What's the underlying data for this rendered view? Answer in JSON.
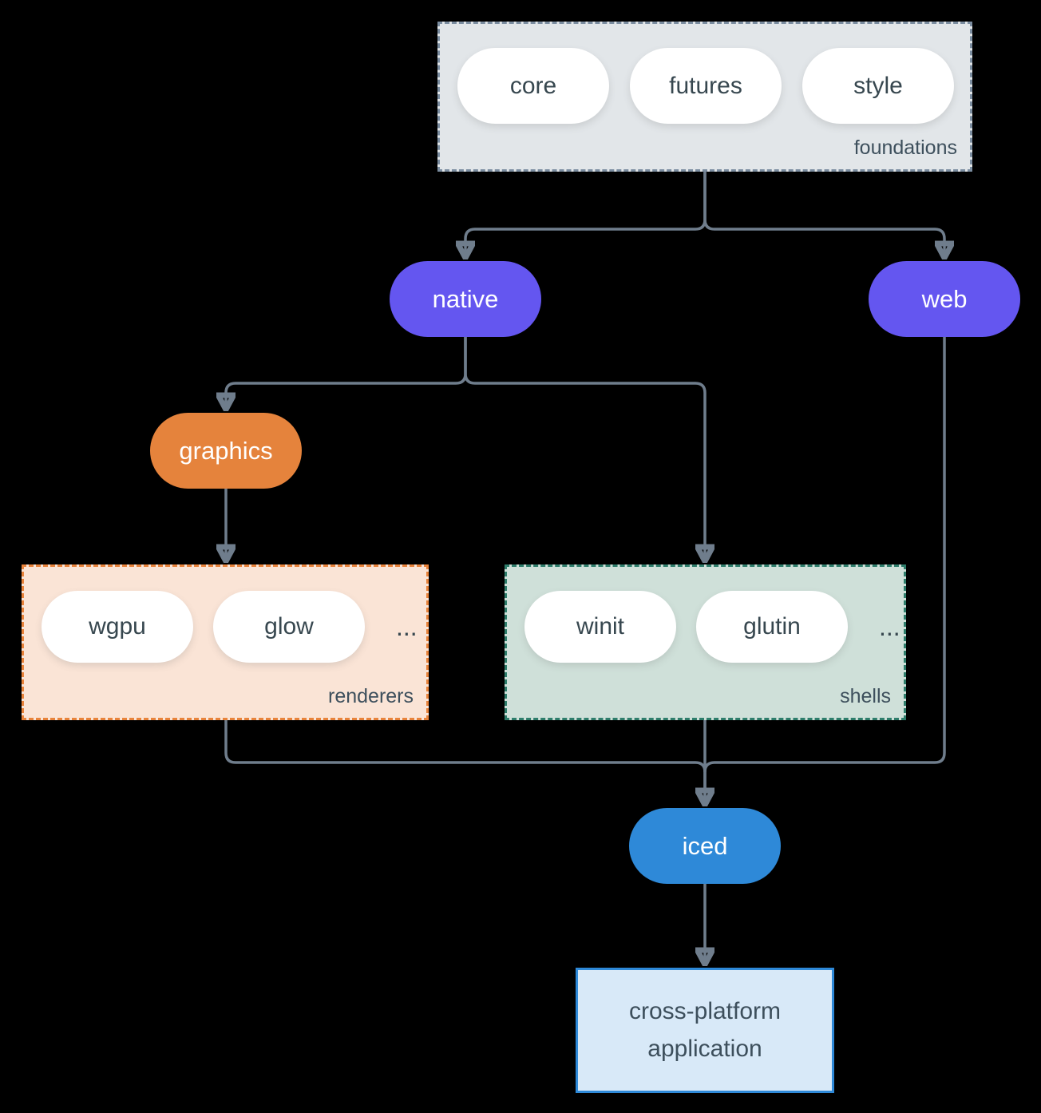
{
  "groups": {
    "foundations": {
      "label": "foundations",
      "pills": [
        "core",
        "futures",
        "style"
      ],
      "fill": "#e2e6e9",
      "border_color": "#7b8da0"
    },
    "renderers": {
      "label": "renderers",
      "pills": [
        "wgpu",
        "glow"
      ],
      "ellipsis": "...",
      "fill": "#fae4d6",
      "border_color": "#e8833b"
    },
    "shells": {
      "label": "shells",
      "pills": [
        "winit",
        "glutin"
      ],
      "ellipsis": "...",
      "fill": "#cfe0d9",
      "border_color": "#2e7d6b"
    }
  },
  "nodes": {
    "native": {
      "label": "native",
      "color": "#6456f0"
    },
    "web": {
      "label": "web",
      "color": "#6456f0"
    },
    "graphics": {
      "label": "graphics",
      "color": "#e5833c"
    },
    "iced": {
      "label": "iced",
      "color": "#2e89d8"
    },
    "application": {
      "label": "cross-platform application",
      "fill": "#d8e9f8",
      "border_color": "#2e89d8"
    }
  },
  "style": {
    "background": "#000000",
    "arrow_color": "#6f7d8c",
    "pill_text_color": "#37474f"
  }
}
